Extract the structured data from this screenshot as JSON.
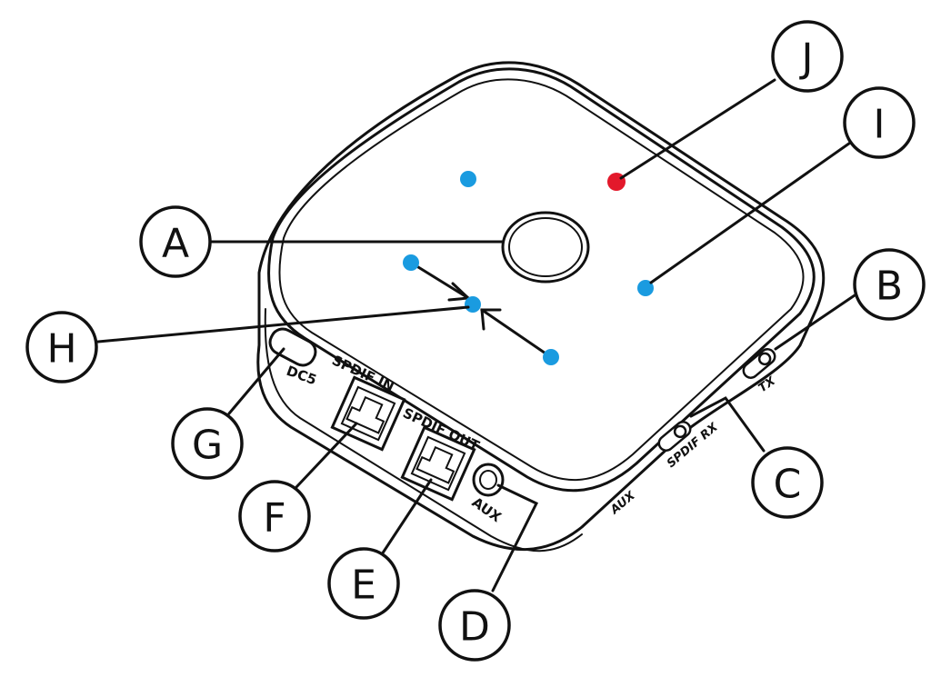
{
  "colors": {
    "led_blue": "#1a9be0",
    "led_red": "#e3192b",
    "line": "#111111"
  },
  "callouts": {
    "a": "A",
    "b": "B",
    "c": "C",
    "d": "D",
    "e": "E",
    "f": "F",
    "g": "G",
    "h": "H",
    "i": "I",
    "j": "J"
  },
  "port_labels": {
    "dc5": "DC5",
    "spdif_in": "SPDIF IN",
    "spdif_out": "SPDIF OUT",
    "aux_port": "AUX",
    "aux_switch": "AUX",
    "spdif_rx": "SPDIF RX",
    "tx": "TX"
  }
}
